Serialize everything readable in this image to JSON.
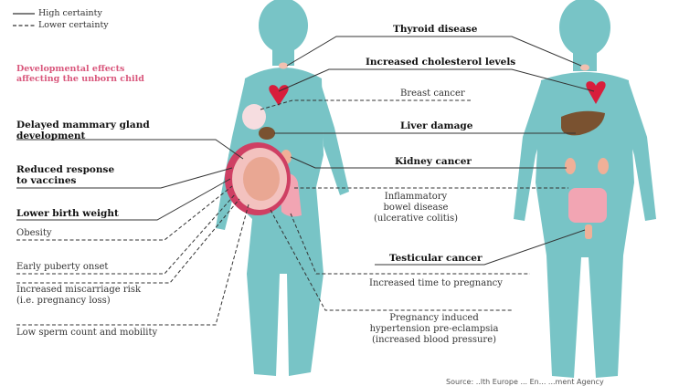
{
  "legend": {
    "high": "High certainty",
    "lower": "Lower certainty"
  },
  "developmental_heading": [
    "Developmental effects",
    "affecting the unborn child"
  ],
  "left_labels": {
    "mammary": [
      "Delayed mammary gland",
      "development"
    ],
    "vaccines": [
      "Reduced response",
      "to vaccines"
    ],
    "birth_weight": "Lower birth weight",
    "obesity": "Obesity",
    "puberty": "Early puberty onset",
    "miscarriage": [
      "Increased miscarriage risk",
      "(i.e. pregnancy loss)"
    ],
    "sperm": "Low sperm count and mobility"
  },
  "right_labels": {
    "thyroid": "Thyroid disease",
    "cholesterol": "Increased cholesterol levels",
    "breast": "Breast cancer",
    "liver": "Liver damage",
    "kidney": "Kidney cancer",
    "bowel": [
      "Inflammatory",
      "bowel disease",
      "(ulcerative colitis)"
    ],
    "testicular": "Testicular cancer",
    "pregnancy_time": "Increased time to pregnancy",
    "hypertension": [
      "Pregnancy induced",
      "hypertension pre-eclampsia",
      "(increased blood pressure)"
    ]
  },
  "credit": "Source: ..lth Europe ... En... ...ment Agency",
  "colors": {
    "body": "#78c4c6",
    "heart": "#d81e3c",
    "liver": "#7a5230",
    "kidney": "#f0b098",
    "womb": "#cf3f63",
    "bowel": "#f2a5b3",
    "pink_text": "#d9577c"
  }
}
